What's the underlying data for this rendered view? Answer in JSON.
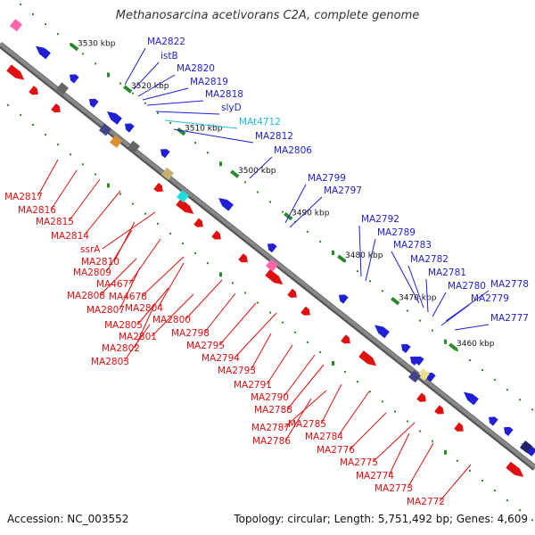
{
  "title": "Methanosarcina acetivorans C2A, complete genome",
  "footer": {
    "accession": "Accession: NC_003552",
    "summary": "Topology: circular; Length: 5,751,492 bp; Genes: 4,609"
  },
  "colors": {
    "strand_line": "#888888",
    "tick_dot": "#2a8a2a",
    "label_blue": "#1f1fd6",
    "label_red": "#e01010",
    "label_cyan": "#22b8e0",
    "ruler_text": "#111111"
  },
  "ticks": [
    "3530 kbp",
    "3520 kbp",
    "3510 kbp",
    "3500 kbp",
    "3490 kbp",
    "3480 kbp",
    "3470 kbp",
    "3460 kbp"
  ],
  "blue_labels": [
    "MA2822",
    "istB",
    "MA2820",
    "MA2819",
    "MA2818",
    "slyD",
    "MAt4712",
    "MA2812",
    "MA2806",
    "MA2799",
    "MA2797",
    "MA2792",
    "MA2789",
    "MA2783",
    "MA2782",
    "MA2781",
    "MA2780",
    "MA2778",
    "MA2779",
    "MA2777"
  ],
  "red_labels": [
    "MA2817",
    "MA2816",
    "MA2815",
    "MA2814",
    "ssrA",
    "MA2810",
    "MA2809",
    "MA4677",
    "MA2808",
    "MA4678",
    "MA2807",
    "MA2804",
    "MA2805",
    "MA2800",
    "MA2801",
    "MA2802",
    "MA2803",
    "MA2798",
    "MA2795",
    "MA2794",
    "MA2793",
    "MA2791",
    "MA2790",
    "MA2788",
    "MA2787",
    "MA2785",
    "MA2786",
    "MA2784",
    "MA2776",
    "MA2775",
    "MA2774",
    "MA2773",
    "MA2772"
  ]
}
